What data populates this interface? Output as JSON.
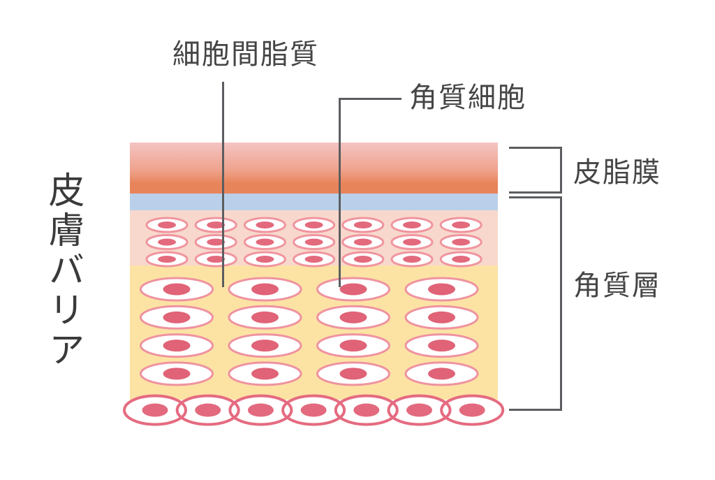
{
  "side_label": {
    "text": "皮膚バリア"
  },
  "callouts": {
    "intercellular_lipid": {
      "label": "細胞間脂質"
    },
    "corneocyte": {
      "label": "角質細胞"
    }
  },
  "brackets": {
    "sebum_film": {
      "label": "皮脂膜"
    },
    "stratum_corneum": {
      "label": "角質層"
    }
  },
  "colors": {
    "label_text": "#454545",
    "side_label_text": "#3a3a3a",
    "line": "#5b5d60",
    "sebum_top": "#f4c4c3",
    "sebum_mid": "#efa28b",
    "sebum_bottom": "#e8845a",
    "blue_layer": "#bad0ea",
    "lipid_pink_bg": "#f8d8cc",
    "corneum_yellow_bg": "#fce3a4",
    "small_cell_ring": "#f0959f",
    "small_cell_nucleus": "#e36a7d",
    "large_cell_ring": "#ef93a0",
    "large_cell_nucleus": "#e06377",
    "basal_cell_border": "#e56b80",
    "basal_cell_nucleus": "#e36a7e",
    "cell_fill": "#ffffff"
  }
}
